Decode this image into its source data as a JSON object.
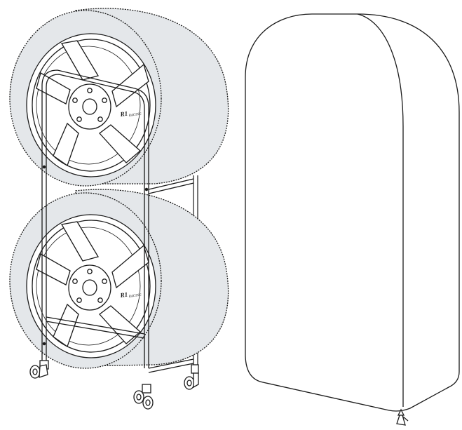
{
  "illustration": {
    "rack": {
      "upper_wheel": {
        "brand": "R1",
        "brand_sub": "RACING",
        "lug_nuts": 5,
        "spokes": 5
      },
      "lower_wheel": {
        "brand": "R1",
        "brand_sub": "RACING",
        "lug_nuts": 5,
        "spokes": 5
      },
      "casters": 4
    },
    "cover": {
      "shape": "arched-top fabric cover with zipper pull"
    },
    "colors": {
      "tire_fill": "#e4e7ea",
      "line": "#1a1a1a",
      "rim_fill": "#ffffff",
      "cover_fill": "#ffffff"
    }
  }
}
